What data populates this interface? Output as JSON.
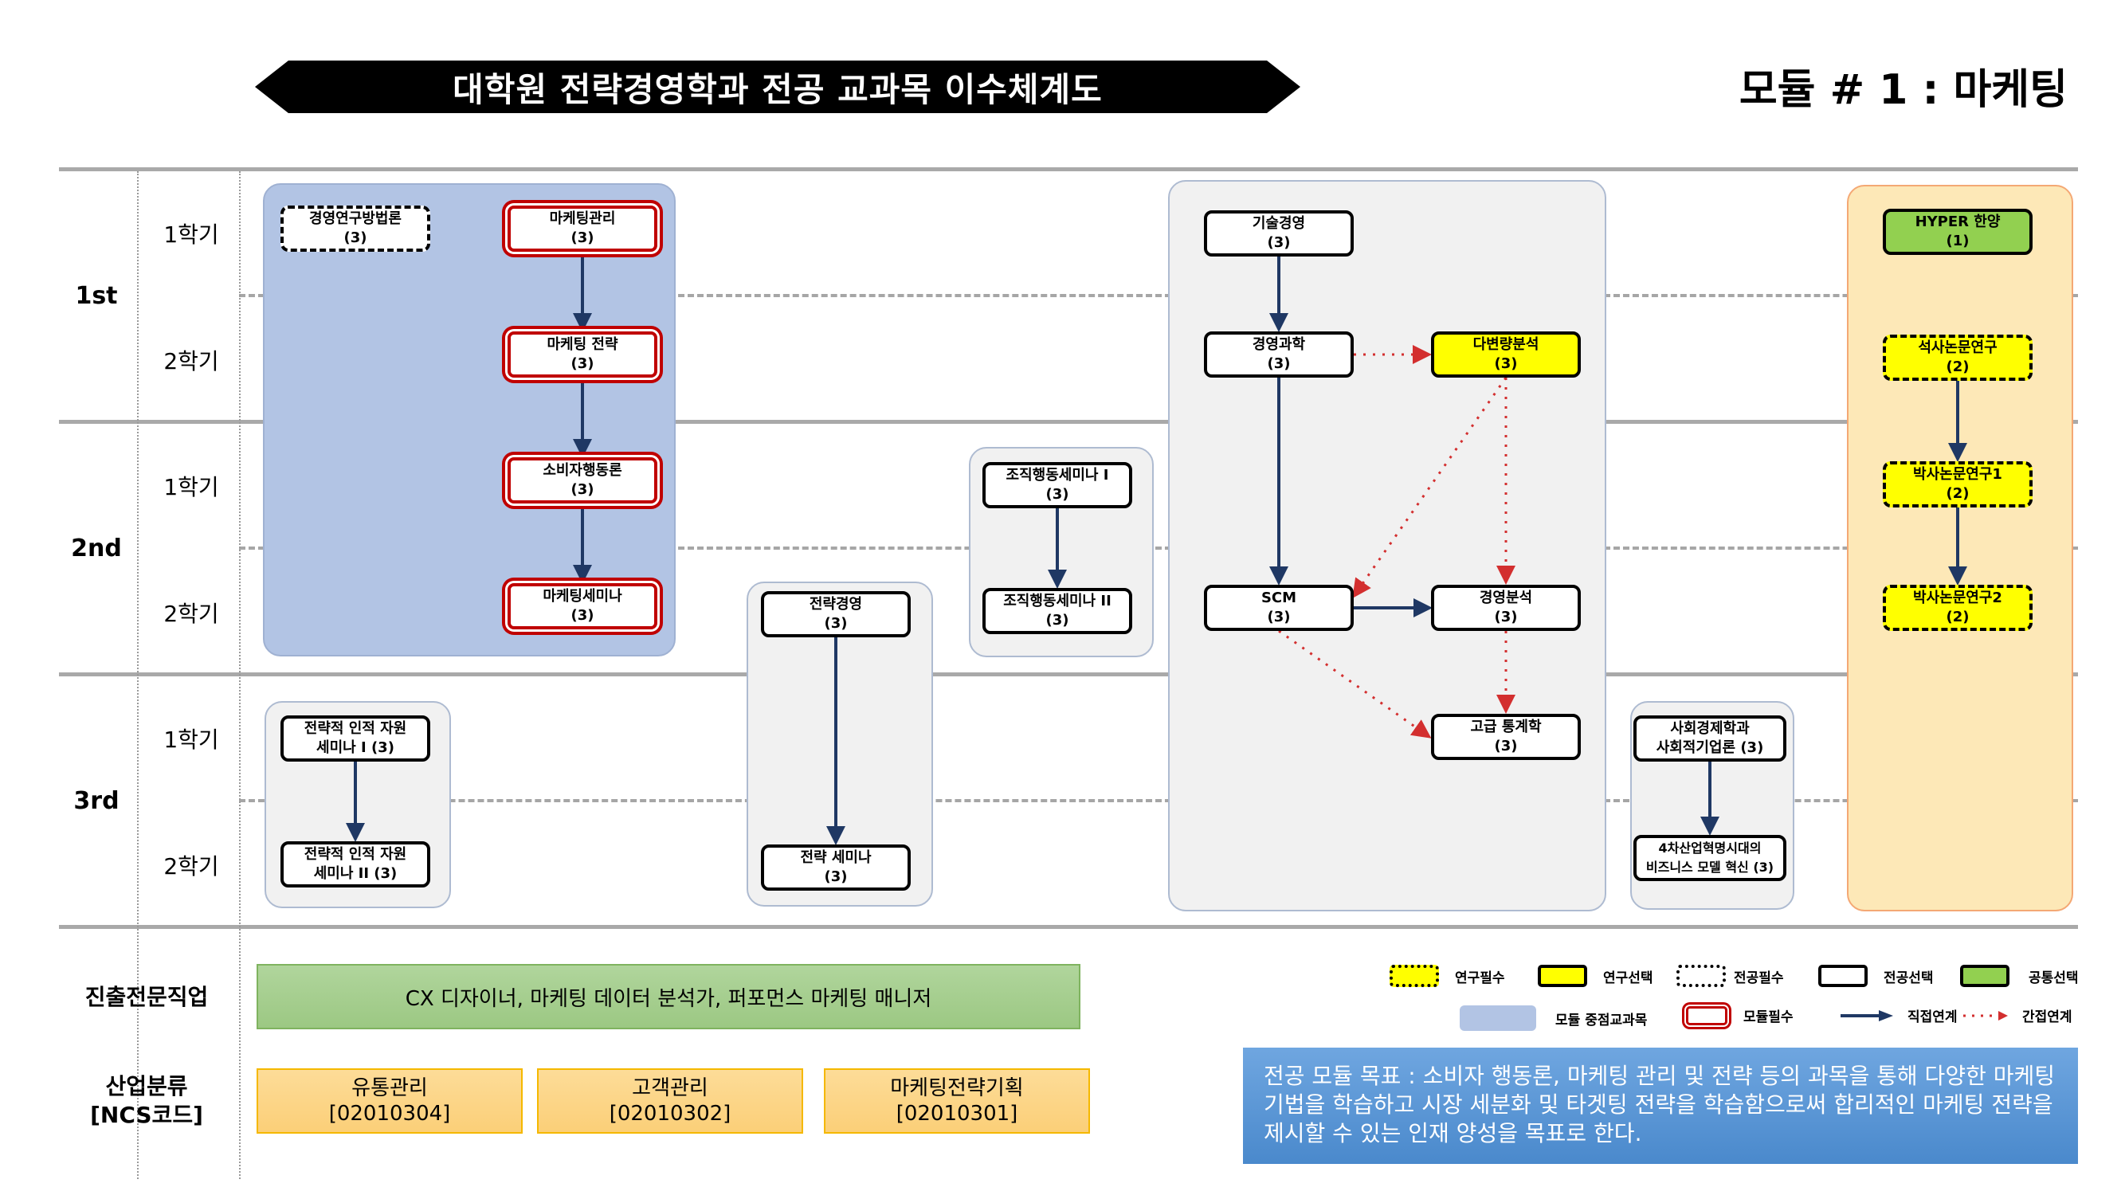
{
  "header": {
    "title": "대학원 전략경영학과  전공 교과목 이수체계도",
    "module_title": "모듈 # 1 : 마케팅"
  },
  "years": [
    {
      "label": "1st",
      "semesters": [
        "1학기",
        "2학기"
      ]
    },
    {
      "label": "2nd",
      "semesters": [
        "1학기",
        "2학기"
      ]
    },
    {
      "label": "3rd",
      "semesters": [
        "1학기",
        "2학기"
      ]
    }
  ],
  "courses": {
    "research_methods": {
      "name": "경영연구방법론",
      "credits": "(3)",
      "type": "전공필수"
    },
    "marketing_mgmt": {
      "name": "마케팅관리",
      "credits": "(3)",
      "type": "모듈필수"
    },
    "marketing_strategy": {
      "name": "마케팅 전략",
      "credits": "(3)",
      "type": "모듈필수"
    },
    "consumer_behavior": {
      "name": "소비자행동론",
      "credits": "(3)",
      "type": "모듈필수"
    },
    "marketing_seminar": {
      "name": "마케팅세미나",
      "credits": "(3)",
      "type": "모듈필수"
    },
    "org_behavior_1": {
      "name": "조직행동세미나 I",
      "credits": "(3)",
      "type": "전공선택"
    },
    "org_behavior_2": {
      "name": "조직행동세미나 II",
      "credits": "(3)",
      "type": "전공선택"
    },
    "strategic_mgmt": {
      "name": "전략경영",
      "credits": "(3)",
      "type": "전공선택"
    },
    "strategy_seminar": {
      "name": "전략 세미나",
      "credits": "(3)",
      "type": "전공선택"
    },
    "shrm_1": {
      "name": "전략적 인적 자원",
      "credits": "세미나 I (3)",
      "type": "전공선택"
    },
    "shrm_2": {
      "name": "전략적 인적 자원",
      "credits": "세미나 II (3)",
      "type": "전공선택"
    },
    "tech_mgmt": {
      "name": "기술경영",
      "credits": "(3)",
      "type": "전공선택"
    },
    "mgmt_science": {
      "name": "경영과학",
      "credits": "(3)",
      "type": "전공선택"
    },
    "multivariate": {
      "name": "다변량분석",
      "credits": "(3)",
      "type": "연구선택"
    },
    "scm": {
      "name": "SCM",
      "credits": "(3)",
      "type": "전공선택"
    },
    "biz_analysis": {
      "name": "경영분석",
      "credits": "(3)",
      "type": "전공선택"
    },
    "adv_stats": {
      "name": "고급 통계학",
      "credits": "(3)",
      "type": "전공선택"
    },
    "social_econ": {
      "name": "사회경제학과",
      "credits": "사회적기업론 (3)",
      "type": "전공선택"
    },
    "biz_model": {
      "name": "4차산업혁명시대의",
      "credits": "비즈니스 모델 혁신 (3)",
      "type": "전공선택"
    },
    "hyper": {
      "name": "HYPER 한양",
      "credits": "(1)",
      "type": "공통선택"
    },
    "master_thesis": {
      "name": "석사논문연구",
      "credits": "(2)",
      "type": "연구필수"
    },
    "phd_thesis_1": {
      "name": "박사논문연구1",
      "credits": "(2)",
      "type": "연구필수"
    },
    "phd_thesis_2": {
      "name": "박사논문연구2",
      "credits": "(2)",
      "type": "연구필수"
    }
  },
  "links": [
    {
      "from": "marketing_mgmt",
      "to": "marketing_strategy",
      "kind": "직접연계"
    },
    {
      "from": "marketing_strategy",
      "to": "consumer_behavior",
      "kind": "직접연계"
    },
    {
      "from": "consumer_behavior",
      "to": "marketing_seminar",
      "kind": "직접연계"
    },
    {
      "from": "org_behavior_1",
      "to": "org_behavior_2",
      "kind": "직접연계"
    },
    {
      "from": "strategic_mgmt",
      "to": "strategy_seminar",
      "kind": "직접연계"
    },
    {
      "from": "shrm_1",
      "to": "shrm_2",
      "kind": "직접연계"
    },
    {
      "from": "tech_mgmt",
      "to": "mgmt_science",
      "kind": "직접연계"
    },
    {
      "from": "mgmt_science",
      "to": "scm",
      "kind": "직접연계"
    },
    {
      "from": "scm",
      "to": "biz_analysis",
      "kind": "직접연계"
    },
    {
      "from": "mgmt_science",
      "to": "multivariate",
      "kind": "간접연계"
    },
    {
      "from": "multivariate",
      "to": "scm",
      "kind": "간접연계"
    },
    {
      "from": "multivariate",
      "to": "biz_analysis",
      "kind": "간접연계"
    },
    {
      "from": "biz_analysis",
      "to": "adv_stats",
      "kind": "간접연계"
    },
    {
      "from": "scm",
      "to": "adv_stats",
      "kind": "간접연계"
    },
    {
      "from": "social_econ",
      "to": "biz_model",
      "kind": "직접연계"
    },
    {
      "from": "master_thesis",
      "to": "phd_thesis_1",
      "kind": "직접연계"
    },
    {
      "from": "phd_thesis_1",
      "to": "phd_thesis_2",
      "kind": "직접연계"
    }
  ],
  "bottom": {
    "career_label": "진출전문직업",
    "career_text": "CX 디자이너, 마케팅 데이터 분석가, 퍼포먼스 마케팅 매니저",
    "industry_label_line1": "산업분류",
    "industry_label_line2": "[NCS코드]",
    "ncs": [
      {
        "name": "유통관리",
        "code": "[02010304]"
      },
      {
        "name": "고객관리",
        "code": "[02010302]"
      },
      {
        "name": "마케팅전략기획",
        "code": "[02010301]"
      }
    ],
    "goal": "전공 모듈 목표 : 소비자 행동론, 마케팅 관리 및 전략 등의 과목을 통해 다양한 마케팅 기법을 학습하고 시장 세분화 및 타겟팅 전략을 학습함으로써 합리적인 마케팅 전략을 제시할 수 있는 인재 양성을 목표로 한다."
  },
  "legend": {
    "research_required": "연구필수",
    "research_elective": "연구선택",
    "major_required": "전공필수",
    "major_elective": "전공선택",
    "common_elective": "공통선택",
    "module_focus": "모듈 중점교과목",
    "module_required": "모듈필수",
    "direct_link": "직접연계",
    "indirect_link": "간접연계"
  },
  "colors": {
    "direct_link": "#1f3864",
    "indirect_link": "#d32f2f",
    "module_required_border": "#c00000",
    "module_focus_bg": "#b2c4e4",
    "research_yellow": "#ffff00",
    "common_green": "#92d050"
  }
}
